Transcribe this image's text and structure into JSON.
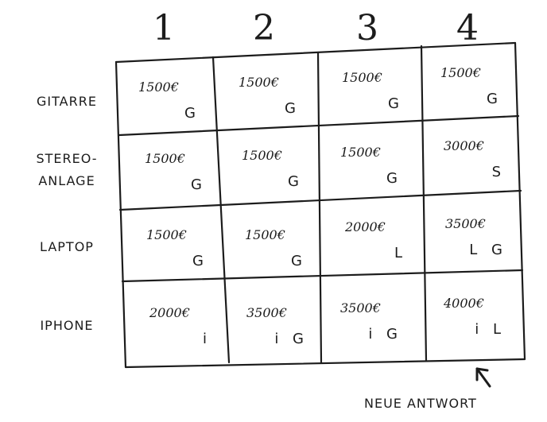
{
  "columns": [
    "1",
    "2",
    "3",
    "4"
  ],
  "rows": [
    {
      "label": "GITARRE",
      "cells": [
        {
          "price": "1500€",
          "items": "G"
        },
        {
          "price": "1500€",
          "items": "G"
        },
        {
          "price": "1500€",
          "items": "G"
        },
        {
          "price": "1500€",
          "items": "G"
        }
      ]
    },
    {
      "label": "STEREO-\nANLAGE",
      "cells": [
        {
          "price": "1500€",
          "items": "G"
        },
        {
          "price": "1500€",
          "items": "G"
        },
        {
          "price": "1500€",
          "items": "G"
        },
        {
          "price": "3000€",
          "items": "S"
        }
      ]
    },
    {
      "label": "LAPTOP",
      "cells": [
        {
          "price": "1500€",
          "items": "G"
        },
        {
          "price": "1500€",
          "items": "G"
        },
        {
          "price": "2000€",
          "items": "L"
        },
        {
          "price": "3500€",
          "items": "L G"
        }
      ]
    },
    {
      "label": "IPHONE",
      "cells": [
        {
          "price": "2000€",
          "items": "i"
        },
        {
          "price": "3500€",
          "items": "i G"
        },
        {
          "price": "3500€",
          "items": "i G"
        },
        {
          "price": "4000€",
          "items": "i L"
        }
      ]
    }
  ],
  "annotation": "NEUE ANTWORT"
}
